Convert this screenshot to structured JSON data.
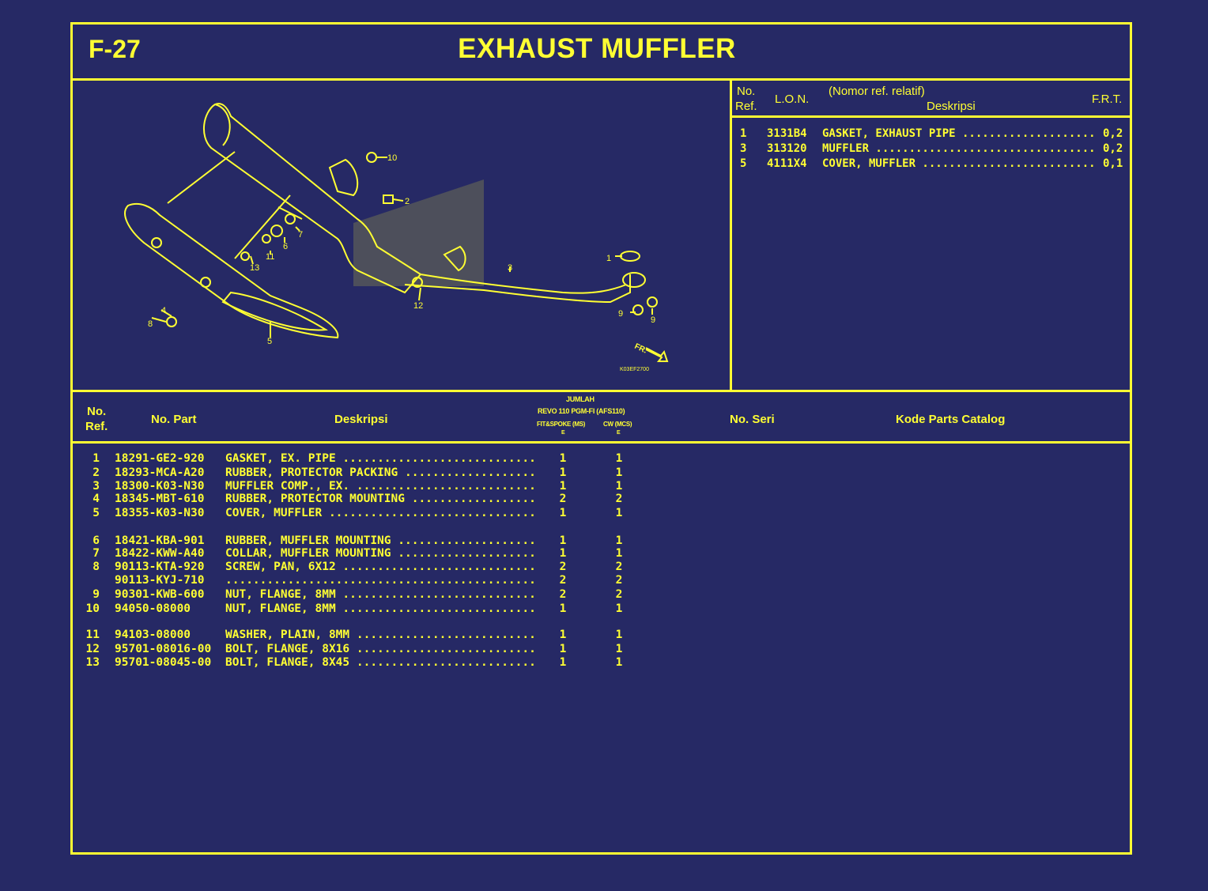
{
  "header": {
    "code": "F-27",
    "title": "EXHAUST MUFFLER"
  },
  "top_right": {
    "head_no": "No.",
    "head_ref": "Ref.",
    "head_lon": "L.O.N.",
    "head_note": "(Nomor ref. relatif)",
    "head_desc": "Deskripsi",
    "head_frt": "F.R.T.",
    "rows": [
      {
        "ref": "1",
        "lon": "3131B4",
        "desc": "GASKET, EXHAUST PIPE ......................",
        "frt": "0,2"
      },
      {
        "ref": "3",
        "lon": "313120",
        "desc": "MUFFLER ...................................",
        "frt": "0,2"
      },
      {
        "ref": "5",
        "lon": "4111X4",
        "desc": "COVER, MUFFLER ............................",
        "frt": "0,1"
      }
    ]
  },
  "diagram": {
    "code": "K03EF2700",
    "direction": "FR.",
    "callouts": [
      "1",
      "2",
      "3",
      "4",
      "5",
      "6",
      "7",
      "8",
      "9",
      "9",
      "10",
      "11",
      "12",
      "13"
    ]
  },
  "parts_table": {
    "headers": {
      "no": "No.",
      "ref": "Ref.",
      "part": "No. Part",
      "desc": "Deskripsi",
      "jumlah": "JUMLAH",
      "model": "REVO 110 PGM-FI (AFS110)",
      "col1": "FIT&SPOKE (MS)",
      "col2": "CW (MCS)",
      "e1": "E",
      "e2": "E",
      "serial": "No. Seri",
      "catalog": "Kode Parts Catalog"
    },
    "rows": [
      {
        "ref": "1",
        "part": "18291-GE2-920",
        "desc": "GASKET, EX. PIPE",
        "q1": "1",
        "q2": "1"
      },
      {
        "ref": "2",
        "part": "18293-MCA-A20",
        "desc": "RUBBER, PROTECTOR PACKING",
        "q1": "1",
        "q2": "1"
      },
      {
        "ref": "3",
        "part": "18300-K03-N30",
        "desc": "MUFFLER COMP., EX.",
        "q1": "1",
        "q2": "1"
      },
      {
        "ref": "4",
        "part": "18345-MBT-610",
        "desc": "RUBBER, PROTECTOR MOUNTING",
        "q1": "2",
        "q2": "2"
      },
      {
        "ref": "5",
        "part": "18355-K03-N30",
        "desc": "COVER, MUFFLER",
        "q1": "1",
        "q2": "1"
      },
      {
        "ref": "6",
        "part": "18421-KBA-901",
        "desc": "RUBBER, MUFFLER MOUNTING",
        "q1": "1",
        "q2": "1"
      },
      {
        "ref": "7",
        "part": "18422-KWW-A40",
        "desc": "COLLAR, MUFFLER MOUNTING",
        "q1": "1",
        "q2": "1"
      },
      {
        "ref": "8",
        "part": "90113-KTA-920",
        "desc": "SCREW, PAN, 6X12",
        "q1": "2",
        "q2": "2"
      },
      {
        "ref": "",
        "part": "90113-KYJ-710",
        "desc": "",
        "q1": "2",
        "q2": "2"
      },
      {
        "ref": "9",
        "part": "90301-KWB-600",
        "desc": "NUT, FLANGE, 8MM",
        "q1": "2",
        "q2": "2"
      },
      {
        "ref": "10",
        "part": "94050-08000",
        "desc": "NUT, FLANGE, 8MM",
        "q1": "1",
        "q2": "1"
      },
      {
        "ref": "11",
        "part": "94103-08000",
        "desc": "WASHER, PLAIN, 8MM",
        "q1": "1",
        "q2": "1"
      },
      {
        "ref": "12",
        "part": "95701-08016-00",
        "desc": "BOLT, FLANGE, 8X16",
        "q1": "1",
        "q2": "1"
      },
      {
        "ref": "13",
        "part": "95701-08045-00",
        "desc": "BOLT, FLANGE, 8X45",
        "q1": "1",
        "q2": "1"
      }
    ]
  },
  "colors": {
    "background": "#262965",
    "ink": "#ffff33"
  }
}
